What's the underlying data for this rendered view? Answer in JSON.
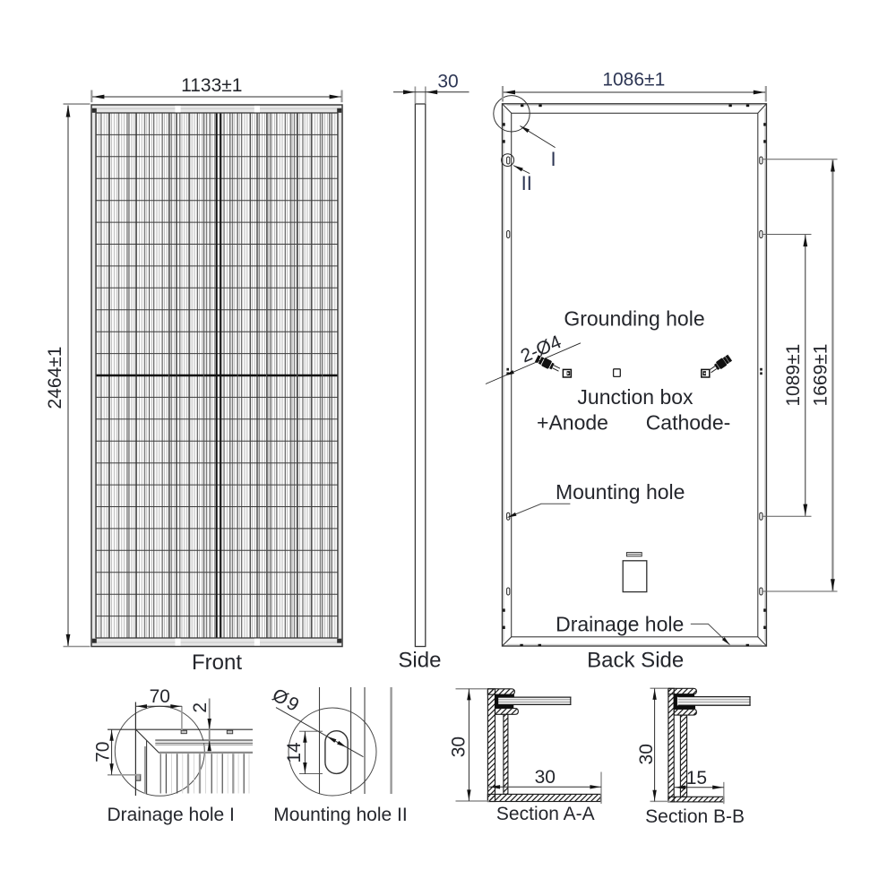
{
  "front": {
    "label": "Front",
    "width_dim": "1133±1",
    "height_dim": "2464±1"
  },
  "side": {
    "label": "Side",
    "thickness_dim": "30"
  },
  "back": {
    "label": "Back Side",
    "width_dim": "1086±1",
    "hole_span_dim": "1089±1",
    "outer_span_dim": "1669±1",
    "grounding_hole": "Grounding hole",
    "grounding_spec": "2-Ø4",
    "junction_box": "Junction box",
    "anode": "+Anode",
    "cathode": "Cathode-",
    "mounting_hole": "Mounting hole",
    "drainage_hole": "Drainage hole",
    "detail_i_ref": "I",
    "detail_ii_ref": "II"
  },
  "detail_drainage": {
    "label": "Drainage hole I",
    "dim_width": "70",
    "dim_height": "70",
    "dim_gap": "2"
  },
  "detail_mounting": {
    "label": "Mounting hole II",
    "dim_diameter": "Ø9",
    "dim_length": "14"
  },
  "section_aa": {
    "label": "Section A-A",
    "dim_height": "30",
    "dim_flange": "30"
  },
  "section_bb": {
    "label": "Section B-B",
    "dim_height": "30",
    "dim_flange": "15"
  },
  "colors": {
    "background": "#ffffff",
    "line": "#2d2d2d",
    "text": "#24262c",
    "accent_text": "#2d3654"
  }
}
